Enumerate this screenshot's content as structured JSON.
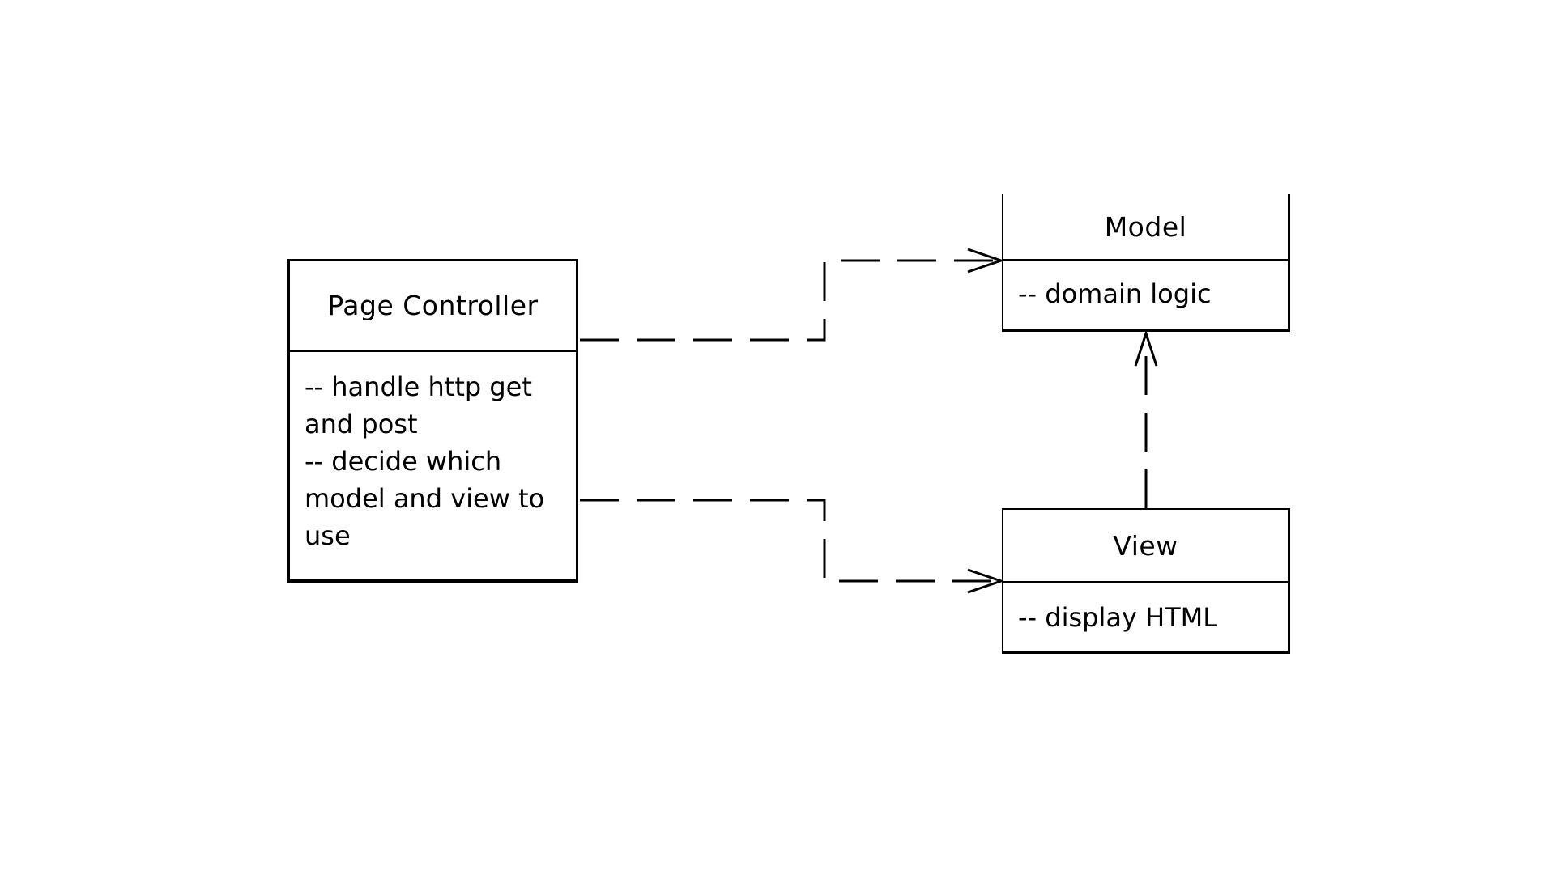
{
  "diagram": {
    "classes": {
      "page_controller": {
        "name": "Page Controller",
        "lines": [
          "-- handle http get",
          "and post",
          "-- decide which",
          "model and view to",
          "use"
        ]
      },
      "model": {
        "name": "Model",
        "lines": [
          "-- domain logic"
        ]
      },
      "view": {
        "name": "View",
        "lines": [
          "-- display HTML"
        ]
      }
    },
    "relations": [
      {
        "from": "Page Controller",
        "to": "Model",
        "style": "dashed",
        "arrow": "open"
      },
      {
        "from": "Page Controller",
        "to": "View",
        "style": "dashed",
        "arrow": "open"
      },
      {
        "from": "View",
        "to": "Model",
        "style": "dashed",
        "arrow": "open"
      }
    ]
  }
}
